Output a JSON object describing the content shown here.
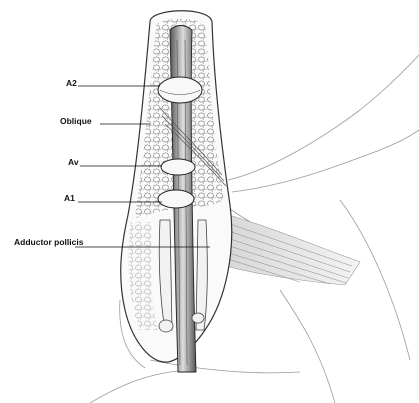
{
  "labels": {
    "a2": "A2",
    "oblique": "Oblique",
    "av": "Av",
    "a1": "A1",
    "adductor": "Adductor pollicis"
  },
  "colors": {
    "ink": "#2a2a2a",
    "shade": "#8a8a8a",
    "paper": "#ffffff"
  }
}
